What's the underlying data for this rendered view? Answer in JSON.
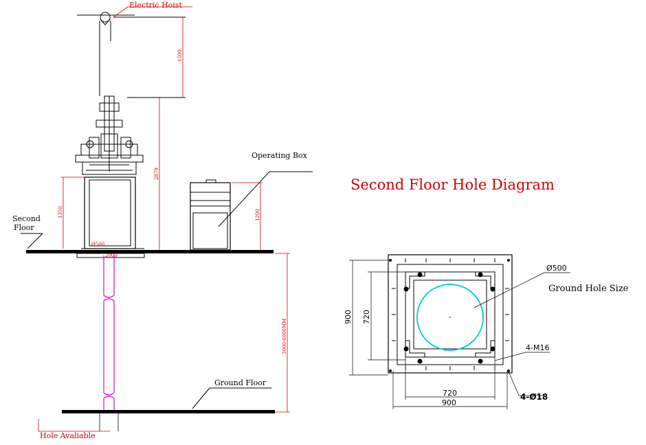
{
  "labels": {
    "electric_hoist": "Electric Hoist",
    "operating_box": "Operating Box",
    "second_floor_line1": "Second",
    "second_floor_line2": "Floor",
    "ground_floor": "Ground Floor",
    "hole_available": "Hole Avaliable",
    "title": "Second Floor Hole Diagram",
    "ground_hole_size": "Ground Hole Size"
  },
  "dimensions": {
    "hoist_height": "1500",
    "machine_height": "2879",
    "frame_height": "1350",
    "box_height": "1200",
    "floor_gap": "3000-6000MM",
    "base_dia_small": "Ø500",
    "base_width": "2000",
    "plan_outer_v": "900",
    "plan_inner_v": "720",
    "plan_inner_h": "720",
    "plan_outer_h": "900",
    "hole_dia": "Ø500",
    "bolts": "4-M16",
    "holes": "4-Ø18"
  },
  "colors": {
    "line": "#000000",
    "dimension": "#d00000",
    "pipe": "#e000e0",
    "hole_circle": "#00c8d8"
  }
}
